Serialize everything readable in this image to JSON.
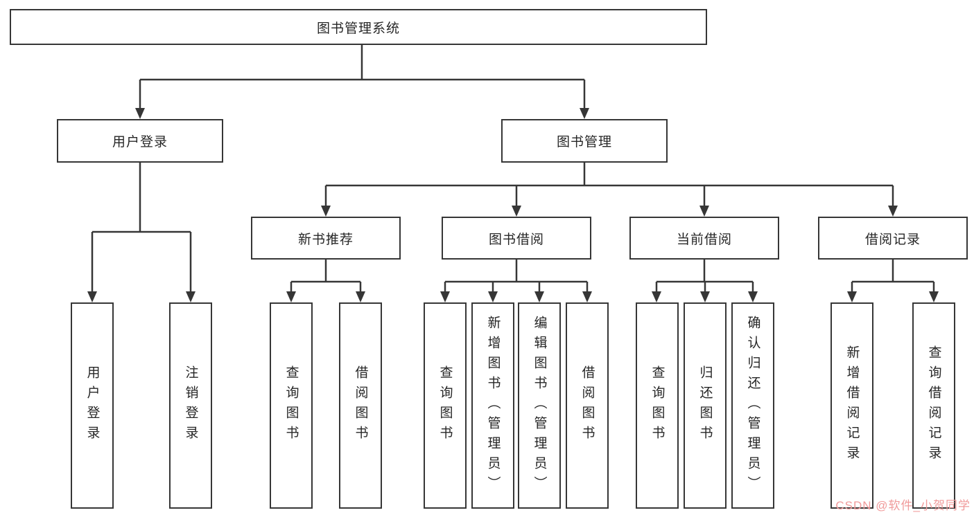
{
  "diagram": {
    "title": "图书管理系统",
    "watermark": "CSDN @软件_小贺同学",
    "colors": {
      "line": "#363636",
      "box_border": "#363636",
      "text": "#262626",
      "watermark": "#f09a9a",
      "background": "#ffffff"
    }
  },
  "nodes": {
    "root": {
      "label": "图书管理系统"
    },
    "user_login": {
      "label": "用户登录",
      "children": [
        {
          "label": "用户登录"
        },
        {
          "label": "注销登录"
        }
      ]
    },
    "book_mgmt": {
      "label": "图书管理"
    },
    "new_books": {
      "label": "新书推荐",
      "children": [
        {
          "label": "查询图书"
        },
        {
          "label": "借阅图书"
        }
      ]
    },
    "book_borrow": {
      "label": "图书借阅",
      "children": [
        {
          "label": "查询图书"
        },
        {
          "label": "新增图书（管理员）"
        },
        {
          "label": "编辑图书（管理员）"
        },
        {
          "label": "借阅图书"
        }
      ]
    },
    "current_borrow": {
      "label": "当前借阅",
      "children": [
        {
          "label": "查询图书"
        },
        {
          "label": "归还图书"
        },
        {
          "label": "确认归还（管理员）"
        }
      ]
    },
    "borrow_records": {
      "label": "借阅记录",
      "children": [
        {
          "label": "新增借阅记录"
        },
        {
          "label": "查询借阅记录"
        }
      ]
    }
  }
}
